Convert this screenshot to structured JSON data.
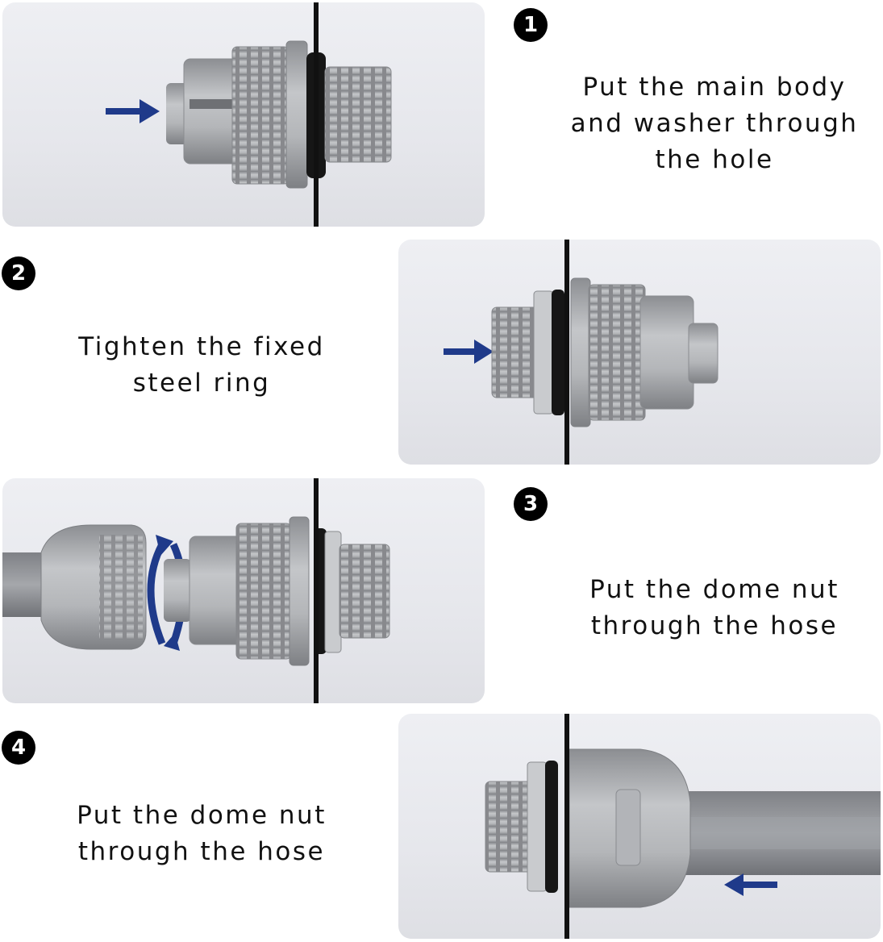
{
  "steps": [
    {
      "number": "1",
      "lines": [
        "Put the main body",
        "and washer through",
        "the hole"
      ]
    },
    {
      "number": "2",
      "lines": [
        "Tighten the fixed",
        "steel ring"
      ]
    },
    {
      "number": "3",
      "lines": [
        "Put the dome nut",
        "through the hose"
      ]
    },
    {
      "number": "4",
      "lines": [
        "Put the dome nut",
        "through the hose"
      ]
    }
  ],
  "colors": {
    "arrow": "#1f3a8a",
    "panel": "#e8e9ee",
    "fitting": "#a6a8ac",
    "wall": "#111111"
  },
  "icons": [
    "direction-arrow-icon",
    "rotation-arrows-icon"
  ]
}
